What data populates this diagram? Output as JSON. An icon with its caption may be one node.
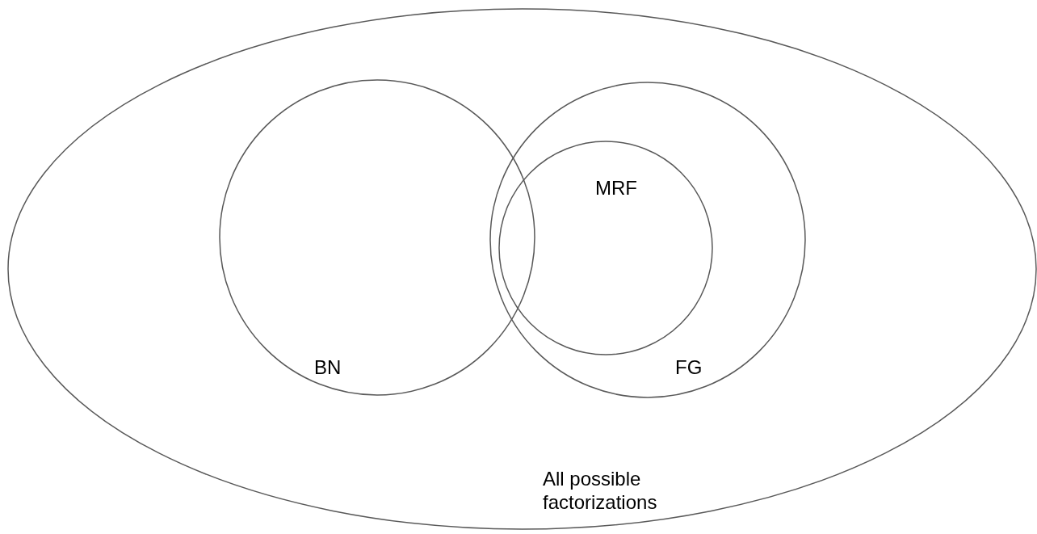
{
  "diagram": {
    "nodes": [
      {
        "text": [
          "All possible factorizations"
        ]
      },
      {
        "text": [
          "BN"
        ],
        "in": 0
      },
      {
        "text": [
          "FG"
        ],
        "in": 0
      },
      {
        "text": [
          "MRF"
        ],
        "in": 2
      }
    ]
  }
}
